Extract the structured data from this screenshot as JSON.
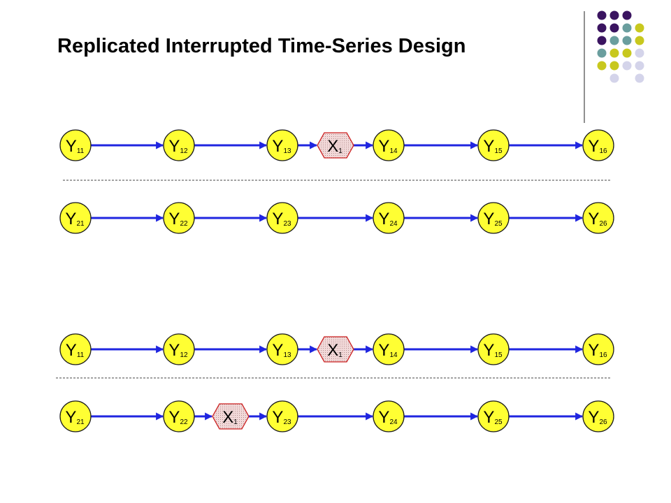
{
  "title": "Replicated Interrupted Time-Series Design",
  "colors": {
    "node_fill": "#ffff33",
    "node_stroke": "#1a1a1a",
    "arrow": "#1f25e0",
    "intervention_fill": "#f2d9d9",
    "intervention_stroke": "#cc2222",
    "separator": "#444444",
    "dot_purple": "#3a1460",
    "dot_teal": "#6a9e9e",
    "dot_olive": "#c8c81e",
    "dot_lavender": "#d4d4ea"
  },
  "decoration": {
    "dot_grid": [
      [
        "purple",
        "purple",
        "purple",
        ""
      ],
      [
        "purple",
        "purple",
        "teal",
        "olive"
      ],
      [
        "purple",
        "teal",
        "teal",
        "olive"
      ],
      [
        "teal",
        "olive",
        "olive",
        "lavender"
      ],
      [
        "olive",
        "olive",
        "lavender",
        "lavender"
      ],
      [
        "",
        "lavender",
        "",
        "lavender"
      ]
    ]
  },
  "diagram": {
    "panels": [
      {
        "rows": [
          {
            "nodes": [
              {
                "base": "Y",
                "sub": "11"
              },
              {
                "base": "Y",
                "sub": "12"
              },
              {
                "base": "Y",
                "sub": "13"
              },
              {
                "base": "Y",
                "sub": "14"
              },
              {
                "base": "Y",
                "sub": "15"
              },
              {
                "base": "Y",
                "sub": "16"
              }
            ],
            "intervention": {
              "after_node": 2,
              "base": "X",
              "sub": "1"
            }
          },
          {
            "nodes": [
              {
                "base": "Y",
                "sub": "21"
              },
              {
                "base": "Y",
                "sub": "22"
              },
              {
                "base": "Y",
                "sub": "23"
              },
              {
                "base": "Y",
                "sub": "24"
              },
              {
                "base": "Y",
                "sub": "25"
              },
              {
                "base": "Y",
                "sub": "26"
              }
            ],
            "intervention": null
          }
        ]
      },
      {
        "rows": [
          {
            "nodes": [
              {
                "base": "Y",
                "sub": "11"
              },
              {
                "base": "Y",
                "sub": "12"
              },
              {
                "base": "Y",
                "sub": "13"
              },
              {
                "base": "Y",
                "sub": "14"
              },
              {
                "base": "Y",
                "sub": "15"
              },
              {
                "base": "Y",
                "sub": "16"
              }
            ],
            "intervention": {
              "after_node": 2,
              "base": "X",
              "sub": "1"
            }
          },
          {
            "nodes": [
              {
                "base": "Y",
                "sub": "21"
              },
              {
                "base": "Y",
                "sub": "22"
              },
              {
                "base": "Y",
                "sub": "23"
              },
              {
                "base": "Y",
                "sub": "24"
              },
              {
                "base": "Y",
                "sub": "25"
              },
              {
                "base": "Y",
                "sub": "26"
              }
            ],
            "intervention": {
              "after_node": 1,
              "base": "X",
              "sub": "1"
            }
          }
        ]
      }
    ]
  }
}
